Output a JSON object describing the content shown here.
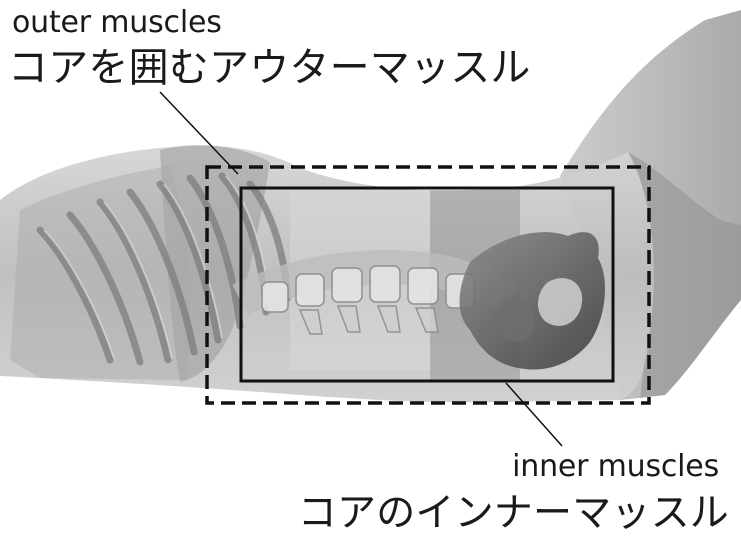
{
  "labels": {
    "outer_en": "outer muscles",
    "outer_ja": "コアを囲むアウターマッスル",
    "inner_en": "inner muscles",
    "inner_ja": "コアのインナーマッスル"
  },
  "colors": {
    "text": "#1a1a1a",
    "outline": "#111111",
    "body_skin": "#b9b9b9",
    "ribs": "#8f8f8f",
    "pelvis": "#5a5a5a"
  }
}
